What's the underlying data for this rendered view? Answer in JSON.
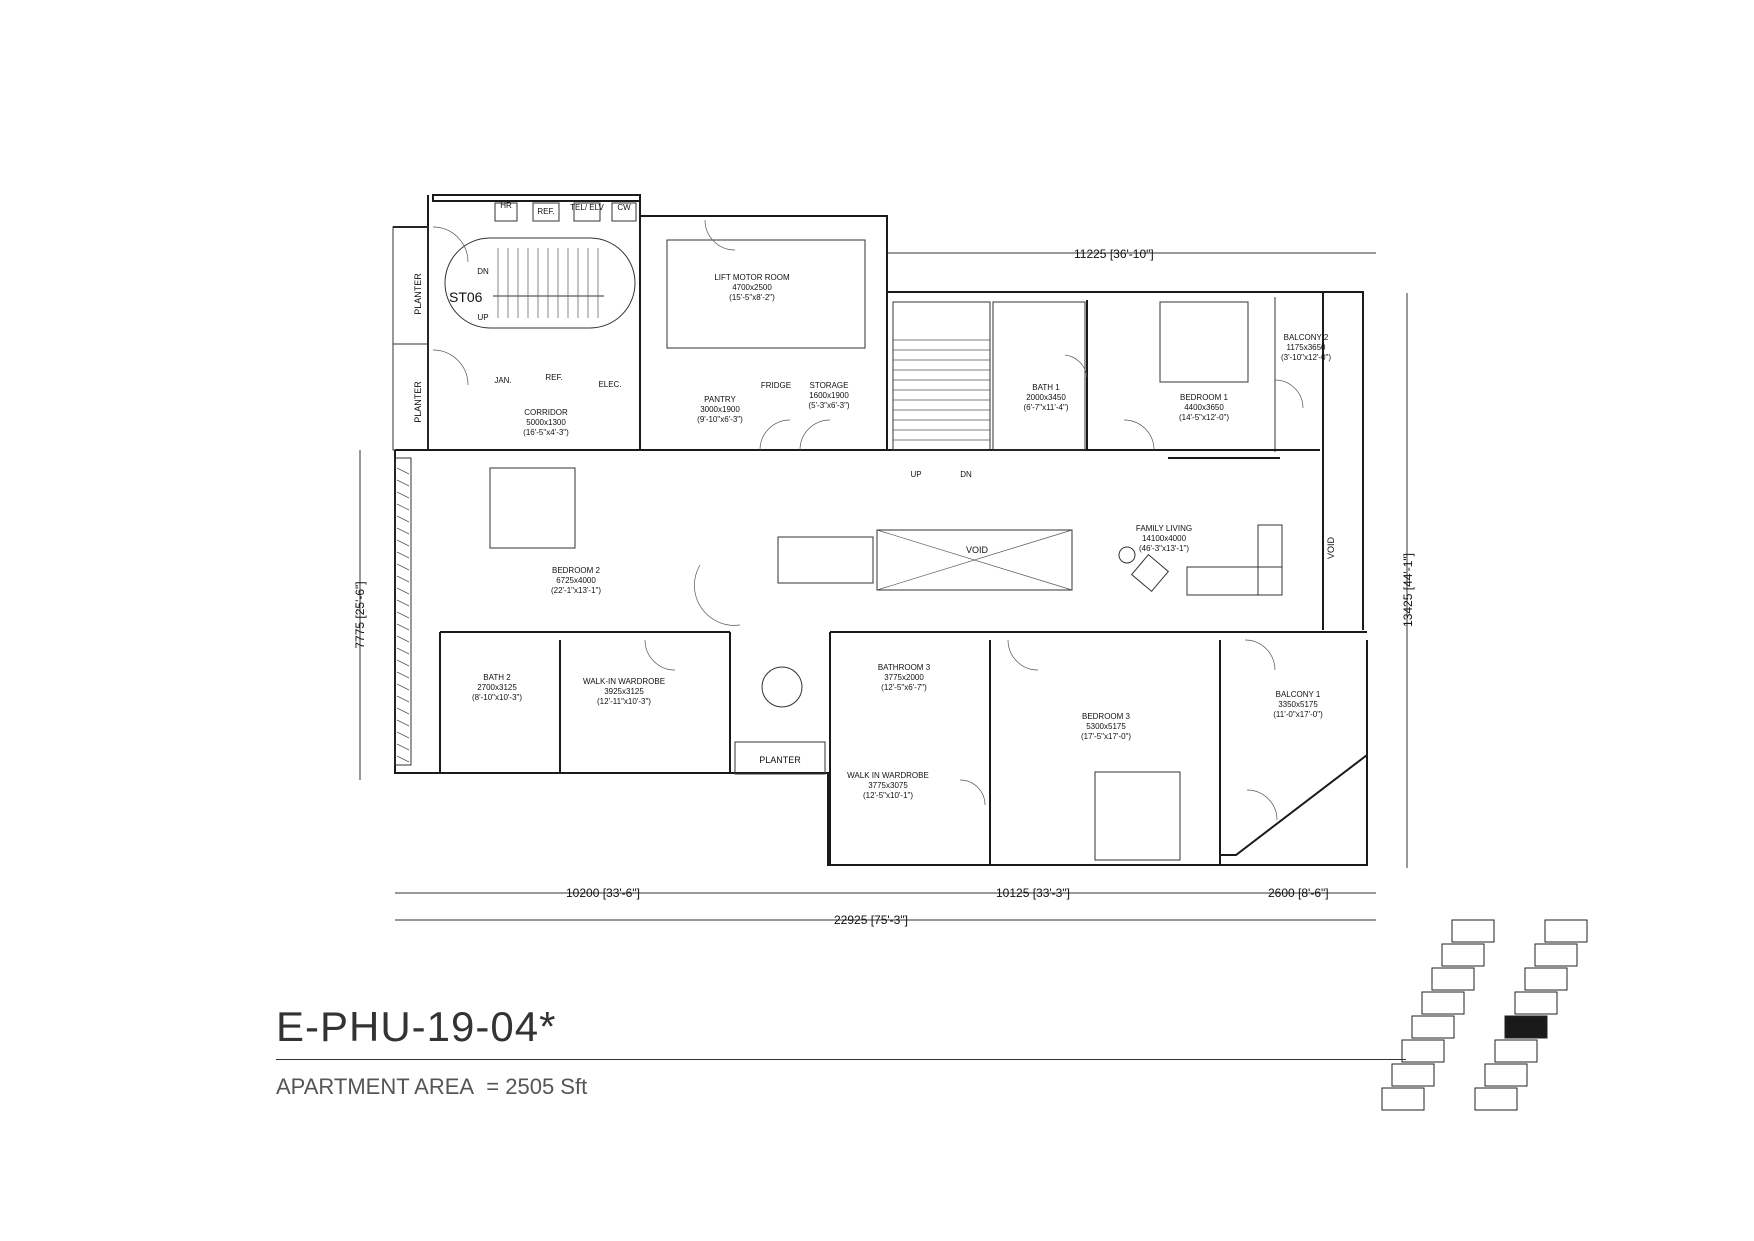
{
  "unit": {
    "code": "E-PHU-19-04*",
    "area_label": "APARTMENT AREA",
    "area_value": "= 2505 Sft"
  },
  "rooms": [
    {
      "id": "lift-motor-room",
      "name": "LIFT MOTOR ROOM",
      "size": "4700x2500",
      "imperial": "(15'-5\"x8'-2\")"
    },
    {
      "id": "pantry",
      "name": "PANTRY",
      "size": "3000x1900",
      "imperial": "(9'-10\"x6'-3\")"
    },
    {
      "id": "storage",
      "name": "STORAGE",
      "size": "1600x1900",
      "imperial": "(5'-3\"x6'-3\")"
    },
    {
      "id": "corridor",
      "name": "CORRIDOR",
      "size": "5000x1300",
      "imperial": "(16'-5\"x4'-3\")"
    },
    {
      "id": "bath-1",
      "name": "BATH 1",
      "size": "2000x3450",
      "imperial": "(6'-7\"x11'-4\")"
    },
    {
      "id": "bedroom-1",
      "name": "BEDROOM 1",
      "size": "4400x3650",
      "imperial": "(14'-5\"x12'-0\")"
    },
    {
      "id": "balcony-2",
      "name": "BALCONY 2",
      "size": "1175x3650",
      "imperial": "(3'-10\"x12'-0\")"
    },
    {
      "id": "bedroom-2",
      "name": "BEDROOM 2",
      "size": "6725x4000",
      "imperial": "(22'-1\"x13'-1\")"
    },
    {
      "id": "family-living",
      "name": "FAMILY LIVING",
      "size": "14100x4000",
      "imperial": "(46'-3\"x13'-1\")"
    },
    {
      "id": "bath-2",
      "name": "BATH 2",
      "size": "2700x3125",
      "imperial": "(8'-10\"x10'-3\")"
    },
    {
      "id": "walk-in-wardrobe-1",
      "name": "WALK-IN WARDROBE",
      "size": "3925x3125",
      "imperial": "(12'-11\"x10'-3\")"
    },
    {
      "id": "bathroom-3",
      "name": "BATHROOM 3",
      "size": "3775x2000",
      "imperial": "(12'-5\"x6'-7\")"
    },
    {
      "id": "walk-in-wardrobe-2",
      "name": "WALK IN WARDROBE",
      "size": "3775x3075",
      "imperial": "(12'-5\"x10'-1\")"
    },
    {
      "id": "bedroom-3",
      "name": "BEDROOM 3",
      "size": "5300x5175",
      "imperial": "(17'-5\"x17'-0\")"
    },
    {
      "id": "balcony-1",
      "name": "BALCONY 1",
      "size": "3350x5175",
      "imperial": "(11'-0\"x17'-0\")"
    }
  ],
  "tags": {
    "void_center": "VOID",
    "void_side": "VOID",
    "planter_top": "PLANTER",
    "planter_bottom": "PLANTER",
    "planter_lower": "PLANTER",
    "stair": "ST06",
    "dn": "DN",
    "up": "UP",
    "stair_up": "UP",
    "stair_dn": "DN",
    "hr": "HR",
    "ref": "REF.",
    "tel_elv": "TEL/ ELV",
    "cw": "CW",
    "jan": "JAN.",
    "ref2": "REF.",
    "elec": "ELEC.",
    "fridge": "FRIDGE"
  },
  "dimensions": {
    "top": "11225 [36'-10\"]",
    "right": "13425 [44'-1\"]",
    "left": "7775 [25'-6\"]",
    "bottom_a": "10200 [33'-6\"]",
    "bottom_b": "10125 [33'-3\"]",
    "bottom_c": "2600 [8'-6\"]",
    "bottom_total": "22925 [75'-3\"]"
  },
  "key_plan": {
    "highlight_color": "#1a1a1a"
  }
}
